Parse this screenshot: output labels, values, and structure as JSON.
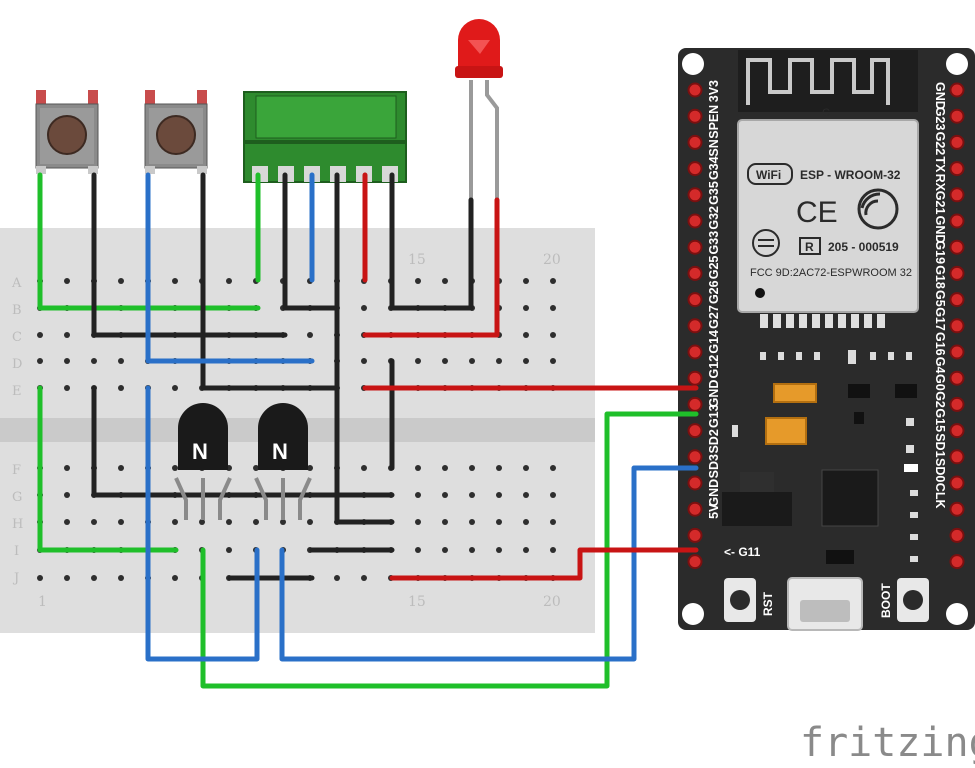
{
  "breadboard": {
    "rows_top": [
      "A",
      "B",
      "C",
      "D",
      "E"
    ],
    "rows_bottom": [
      "F",
      "G",
      "H",
      "I",
      "J"
    ],
    "col_labels": [
      "1",
      "15",
      "20"
    ]
  },
  "esp32": {
    "left_pins": [
      "3V3",
      "EN",
      "SP",
      "SN",
      "G34",
      "G35",
      "G32",
      "G33",
      "G25",
      "G26",
      "G27",
      "G14",
      "G12",
      "GND",
      "G13",
      "SD2",
      "SD3",
      "GND",
      "5V"
    ],
    "right_pins": [
      "GND",
      "G23",
      "G22",
      "TX",
      "RX",
      "G21",
      "GND",
      "G19",
      "G18",
      "G5",
      "G17",
      "G16",
      "G4",
      "G0",
      "G2",
      "G15",
      "SD1",
      "SD0",
      "CLK"
    ],
    "module_name": "ESP - WROOM-32",
    "wifi_logo": "WiFi",
    "module_id": "205 - 000519",
    "fcc_id": "FCC 9D:2AC72-ESPWROOM 32",
    "antenna_mark": "C",
    "registered": "R",
    "pin_note": "<- G11",
    "rst_label": "RST",
    "boot_label": "BOOT"
  },
  "transistor_mark": "N",
  "brand": "fritzing",
  "colors": {
    "wire_green": "#1fbf2a",
    "wire_black": "#222222",
    "wire_blue": "#2a70c8",
    "wire_red": "#c81414",
    "board": "#2b2b2b",
    "breadboard": "#dcdcdc",
    "led": "#e01a1a"
  }
}
